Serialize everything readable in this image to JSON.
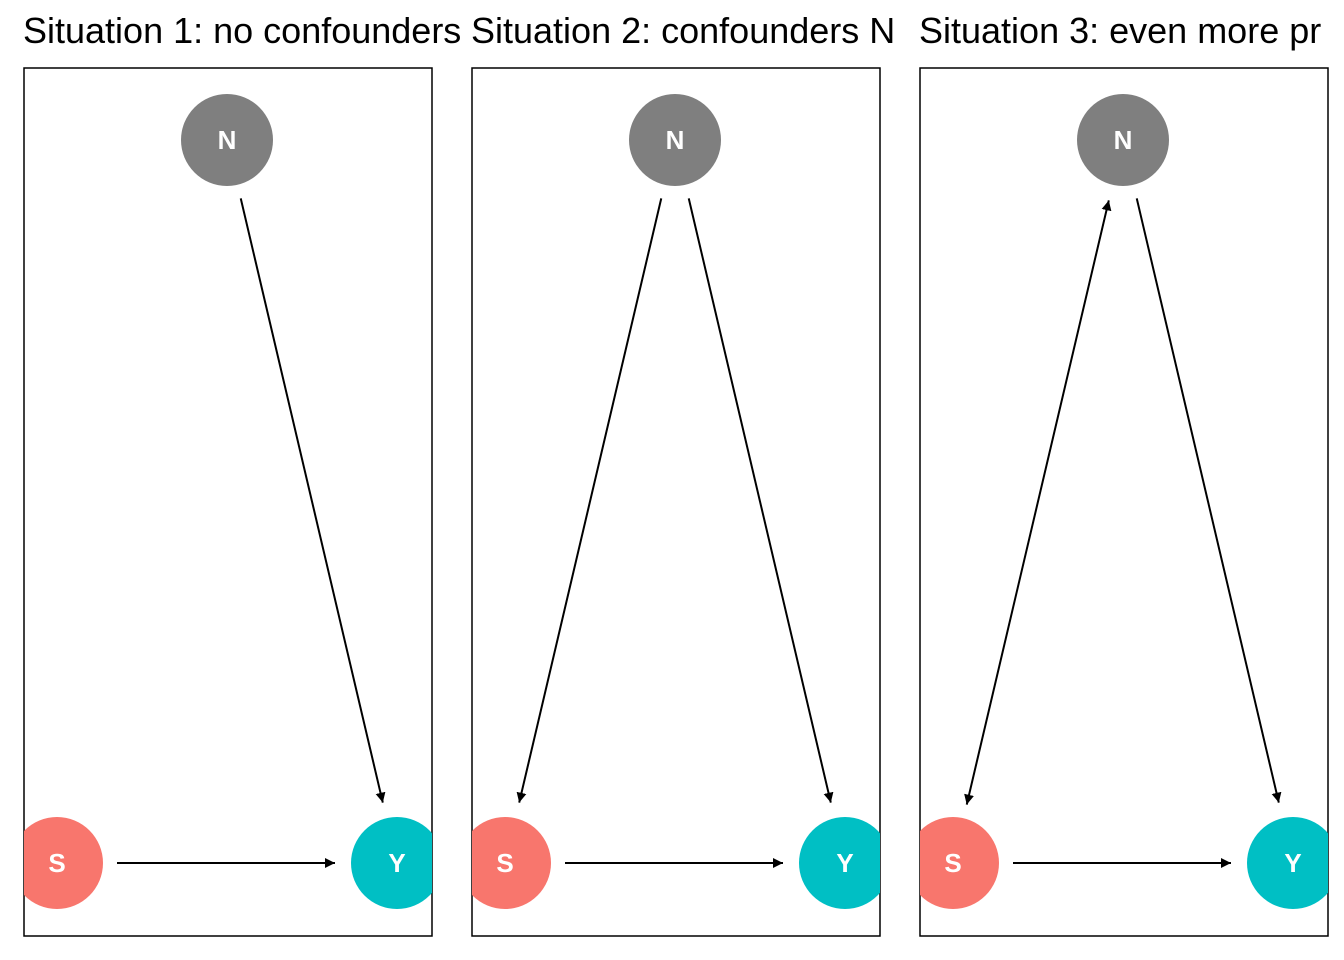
{
  "colors": {
    "node_S": "#F8766D",
    "node_N": "#7F7F7F",
    "node_Y": "#00BFC4",
    "edge": "#000000",
    "panel_border": "#000000",
    "node_label": "#ffffff"
  },
  "panels": [
    {
      "title": "Situation 1: no confounders",
      "nodes": {
        "N": "N",
        "S": "S",
        "Y": "Y"
      },
      "edges": [
        {
          "from": "N",
          "to": "Y",
          "bidirectional": false
        },
        {
          "from": "S",
          "to": "Y",
          "bidirectional": false
        }
      ]
    },
    {
      "title": "Situation 2: confounders N",
      "nodes": {
        "N": "N",
        "S": "S",
        "Y": "Y"
      },
      "edges": [
        {
          "from": "N",
          "to": "S",
          "bidirectional": false
        },
        {
          "from": "N",
          "to": "Y",
          "bidirectional": false
        },
        {
          "from": "S",
          "to": "Y",
          "bidirectional": false
        }
      ]
    },
    {
      "title": "Situation 3: even more pr",
      "nodes": {
        "N": "N",
        "S": "S",
        "Y": "Y"
      },
      "edges": [
        {
          "from": "S",
          "to": "N",
          "bidirectional": true
        },
        {
          "from": "N",
          "to": "Y",
          "bidirectional": false
        },
        {
          "from": "S",
          "to": "Y",
          "bidirectional": false
        }
      ]
    }
  ]
}
